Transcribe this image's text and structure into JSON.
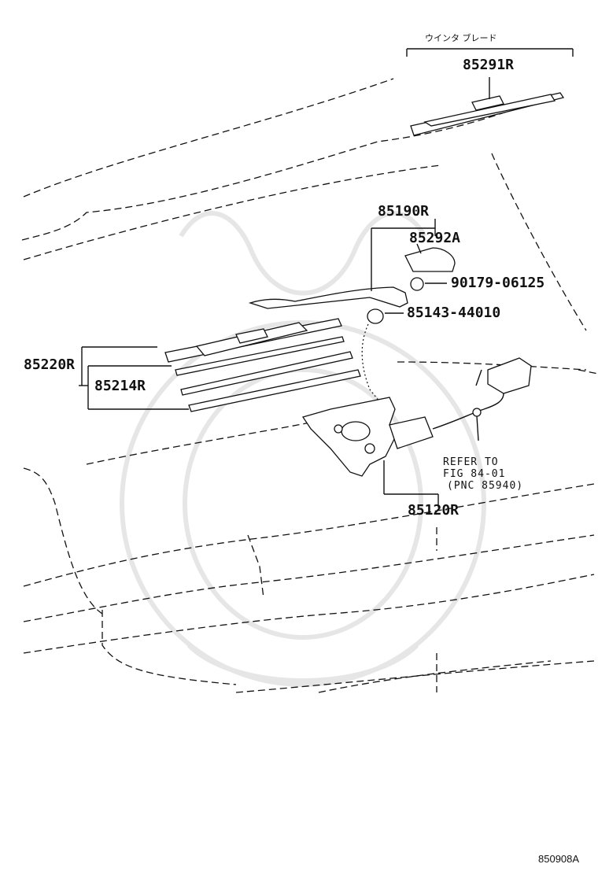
{
  "header": {
    "jp_caption": "ウインタ ブレード"
  },
  "parts": {
    "p85291R": "85291R",
    "p85190R": "85190R",
    "p85292A": "85292A",
    "p9017906125": "90179-06125",
    "p8514344010": "85143-44010",
    "p85220R": "85220R",
    "p85214R": "85214R",
    "p85120R": "85120R"
  },
  "refer": {
    "line1": "REFER TO",
    "line2": "FIG 84-01",
    "line3": "(PNC 85940)"
  },
  "figure_id": "850908A"
}
